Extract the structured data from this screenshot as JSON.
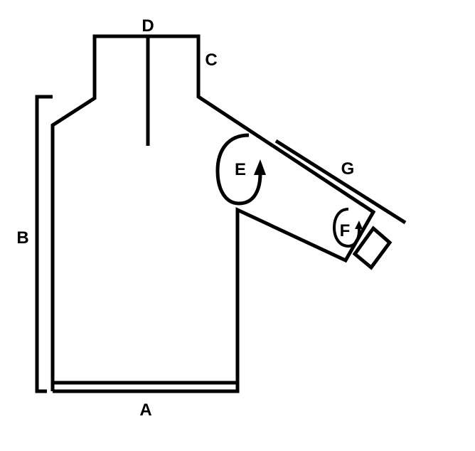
{
  "labels": {
    "a": "A",
    "b": "B",
    "c": "C",
    "d": "D",
    "e": "E",
    "f": "F",
    "g": "G"
  },
  "colors": {
    "stroke": "#000000",
    "background": "#ffffff"
  }
}
